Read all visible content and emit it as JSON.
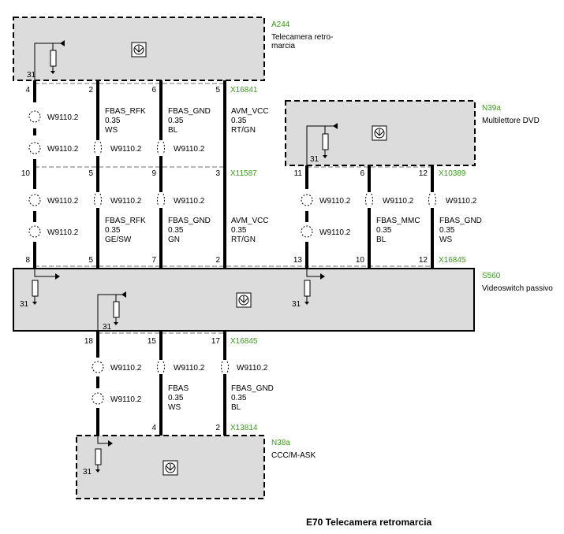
{
  "title": "E70 Telecamera retromarcia",
  "components": {
    "a244": {
      "id": "A244",
      "name_line1": "Telecamera retro-",
      "name_line2": "marcia"
    },
    "n39a": {
      "id": "N39a",
      "name": "Multilettore DVD"
    },
    "s560": {
      "id": "S560",
      "name": "Videoswitch passivo"
    },
    "n38a": {
      "id": "N38a",
      "name": "CCC/M-ASK"
    }
  },
  "connectors": {
    "x16841": "X16841",
    "x11587": "X11587",
    "x10389": "X10389",
    "x16845_top": "X16845",
    "x16845_bottom": "X16845",
    "x13814": "X13814"
  },
  "ground_label": "31",
  "splice_label": "W9110.2",
  "pins": {
    "a244": [
      "4",
      "2",
      "6",
      "5"
    ],
    "x11587": [
      "10",
      "5",
      "9",
      "3"
    ],
    "s560_top": [
      "8",
      "5",
      "7",
      "2"
    ],
    "n39a": [
      "11",
      "6",
      "12"
    ],
    "s560_top_right": [
      "13",
      "10",
      "12"
    ],
    "s560_bottom": [
      "18",
      "15",
      "17"
    ],
    "n38a": [
      "4",
      "2"
    ]
  },
  "wires": {
    "a244_rfk": {
      "signal": "FBAS_RFK",
      "size": "0.35",
      "color": "WS"
    },
    "a244_gnd": {
      "signal": "FBAS_GND",
      "size": "0.35",
      "color": "BL"
    },
    "a244_vcc": {
      "signal": "AVM_VCC",
      "size": "0.35",
      "color": "RT/GN"
    },
    "mid_rfk": {
      "signal": "FBAS_RFK",
      "size": "0.35",
      "color": "GE/SW"
    },
    "mid_gnd": {
      "signal": "FBAS_GND",
      "size": "0.35",
      "color": "GN"
    },
    "mid_vcc": {
      "signal": "AVM_VCC",
      "size": "0.35",
      "color": "RT/GN"
    },
    "dvd_mmc": {
      "signal": "FBAS_MMC",
      "size": "0.35",
      "color": "BL"
    },
    "dvd_gnd": {
      "signal": "FBAS_GND",
      "size": "0.35",
      "color": "WS"
    },
    "bot_fbas": {
      "signal": "FBAS",
      "size": "0.35",
      "color": "WS"
    },
    "bot_gnd": {
      "signal": "FBAS_GND",
      "size": "0.35",
      "color": "BL"
    }
  },
  "colors": {
    "connector_green": "#3a9a1a",
    "box_fill": "#dcdcdc"
  }
}
